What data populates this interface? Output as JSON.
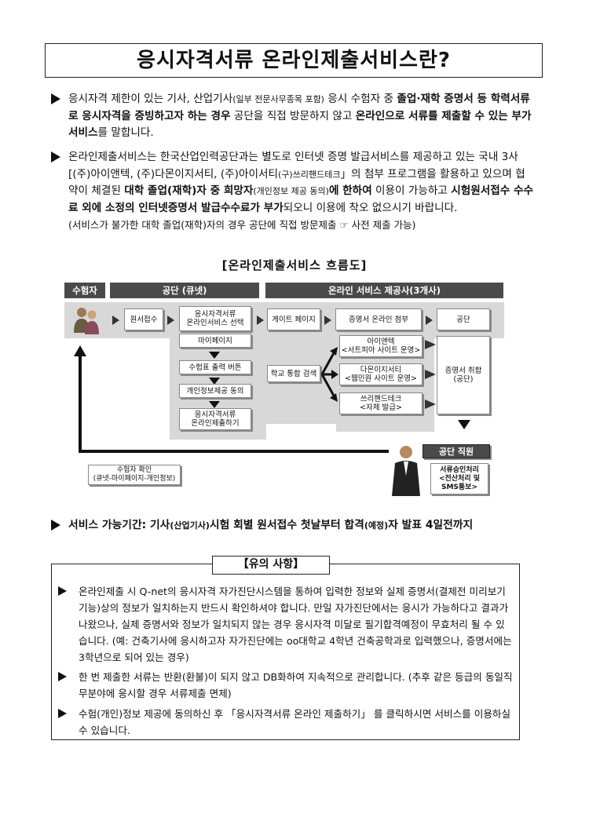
{
  "title": "응시자격서류 온라인제출서비스란?",
  "para1": {
    "t1": "응시자격 제한이 있는 기사, 산업기사",
    "t1_small": "(일부 전문사무종목 포함)",
    "t2": " 응시 수험자 중 ",
    "t3_bold": "졸업·재학 증명서 등 학력서류로 응시자격을 증빙하고자 하는 경우",
    "t4": " 공단을 직접 방문하지 않고 ",
    "t5_bold": "온라인으로 서류를 제출할 수 있는 부가 서비스",
    "t6": "를 말합니다."
  },
  "para2": {
    "t1": "온라인제출서비스는 한국산업인력공단과는 별도로 인터넷 증명 발급서비스를 제공하고 있는 국내 3사[(주)아이앤텍, (주)다몬이지서티, (주)아이서티",
    "t1_small": "(구)쓰리핸드테크",
    "t2": "」의 첨부 프로그램을 활용하고 있으며 협약이 체결된 ",
    "t3_bold": "대학 졸업(재학)자 중 희망자",
    "t3_small": "(개인정보 제공 동의)",
    "t4_bold": "에 한하여",
    "t5": " 이용이 가능하고 ",
    "t6_bold": "시험원서접수 수수료 외에 소정의 인터넷증명서 발급수수료가 부가",
    "t7": "되오니 이용에 착오 없으시기 바랍니다.",
    "note": "(서비스가 불가한 대학 졸업(재학)자의 경우 공단에 직접 방문제출 ☞ 사전 제출 가능)"
  },
  "flow": {
    "title": "[온라인제출서비스 흐름도]",
    "hdr_examinee": "수험자",
    "hdr_agency": "공단 (큐넷)",
    "hdr_online": "온라인 서비스 제공사(3개사)",
    "b_apply": "원서접수",
    "b_select": "응시자격서류\n온라인서비스 선택",
    "b_gate": "게이트 페이지",
    "b_attach": "증명서 온라인 첨부",
    "b_agency": "공단",
    "b_mypage": "마이페이지",
    "b_ticket": "수험표 출력 버튼",
    "b_consent": "개인정보제공 동의",
    "b_submit": "응시자격서류\n온라인제출하기",
    "b_search": "학교 통합 검색",
    "b_c1": "아이앤텍\n<서트피아 사이트 운영>",
    "b_c2": "다몬이지서티\n<웹민원 사이트 운영>",
    "b_c3": "쓰리핸드테크\n<자체 발급>",
    "b_collect": "증명서 취합\n(공단)",
    "b_staff": "공단 직원",
    "b_process": "서류승인처리\n<전산처리 및\nSMS통보>",
    "b_confirm": "수험자 확인\n(큐넷-마이페이지-개인정보)"
  },
  "period": {
    "label": "서비스 가능기간: 기사",
    "small1": "(산업기사)",
    "t2": "시험 회별 원서접수 첫날부터 합격",
    "small2": "(예정)",
    "t3": "자 발표 4일전까지"
  },
  "notice": {
    "title": "【유의 사항】",
    "item1": "온라인제출 시 Q-net의 응시자격 자가진단시스템을 통하여 입력한 정보와 실제 증명서(결제전 미리보기 기능)상의 정보가 일치하는지 반드시 확인하셔야 합니다. 만일 자가진단에서는 응시가 가능하다고 결과가 나왔으나, 실제 증명서와 정보가 일치되지 않는 경우 응시자격 미달로 필기합격예정이 무효처리 될 수 있습니다. (예: 건축기사에 응시하고자 자가진단에는 oo대학교 4학년 건축공학과로 입력했으나, 증명서에는 3학년으로 되어 있는 경우)",
    "item2": "한 번 제출한 서류는 반환(환불)이 되지 않고 DB화하여 지속적으로 관리합니다. (추후 같은 등급의 동일직무분야에 응시할 경우 서류제출 면제)",
    "item3": "수험(개인)정보 제공에 동의하신 후 「응시자격서류 온라인 제출하기」 를 클릭하시면 서비스를 이용하실 수 있습니다."
  }
}
